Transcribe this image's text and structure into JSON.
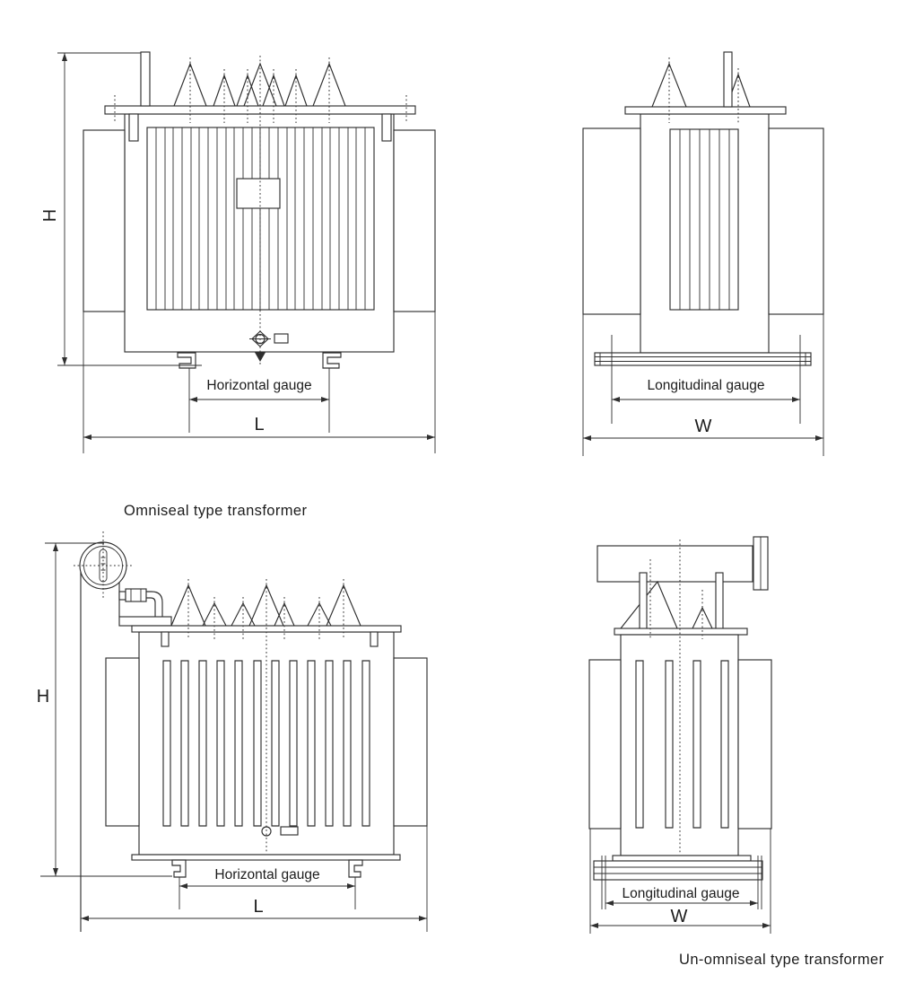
{
  "labels": {
    "height": "H",
    "length": "L",
    "width": "W",
    "horizontal_gauge": "Horizontal gauge",
    "longitudinal_gauge": "Longitudinal gauge"
  },
  "captions": {
    "omniseal": "Omniseal type transformer",
    "un_omniseal": "Un-omniseal type transformer"
  },
  "colors": {
    "line": "#2f2f2f",
    "text": "#1c1c1c",
    "background": "#ffffff"
  }
}
